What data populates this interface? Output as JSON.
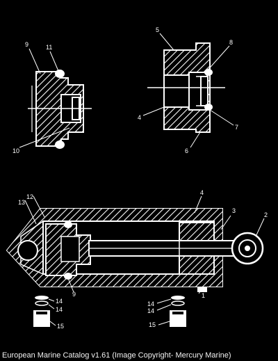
{
  "caption": "European Marine Catalog v1.61 (Image Copyright- Mercury Marine)",
  "callouts": {
    "c1": "1",
    "c2": "2",
    "c3": "3",
    "c4a": "4",
    "c4b": "4",
    "c5": "5",
    "c6": "6",
    "c7": "7",
    "c8": "8",
    "c9a": "9",
    "c9b": "9",
    "c10": "10",
    "c11": "11",
    "c12": "12",
    "c13": "13",
    "c14a": "14",
    "c14b": "14",
    "c14c": "14",
    "c14d": "14",
    "c15a": "15",
    "c15b": "15"
  },
  "colors": {
    "background": "#000000",
    "line": "#ffffff",
    "hatch": "#ffffff"
  }
}
